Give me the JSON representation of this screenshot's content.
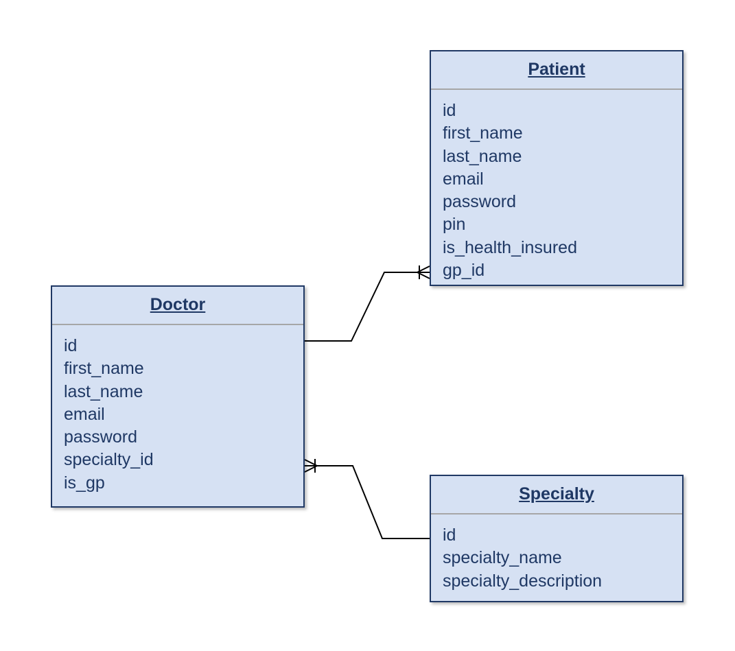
{
  "entities": {
    "patient": {
      "title": "Patient",
      "fields": [
        "id",
        "first_name",
        "last_name",
        "email",
        "password",
        "pin",
        "is_health_insured",
        "gp_id"
      ]
    },
    "doctor": {
      "title": "Doctor",
      "fields": [
        "id",
        "first_name",
        "last_name",
        "email",
        "password",
        "specialty_id",
        "is_gp"
      ]
    },
    "specialty": {
      "title": "Specialty",
      "fields": [
        "id",
        "specialty_name",
        "specialty_description"
      ]
    }
  },
  "relationships": [
    {
      "from": "Doctor",
      "to": "Patient",
      "from_cardinality": "one",
      "to_cardinality": "one-or-many"
    },
    {
      "from": "Specialty",
      "to": "Doctor",
      "from_cardinality": "one",
      "to_cardinality": "one-or-many"
    }
  ],
  "colors": {
    "entity_fill": "#d6e1f3",
    "entity_border": "#1f3864",
    "text": "#1f3864",
    "separator": "#a6a6a6",
    "connector": "#000000"
  }
}
